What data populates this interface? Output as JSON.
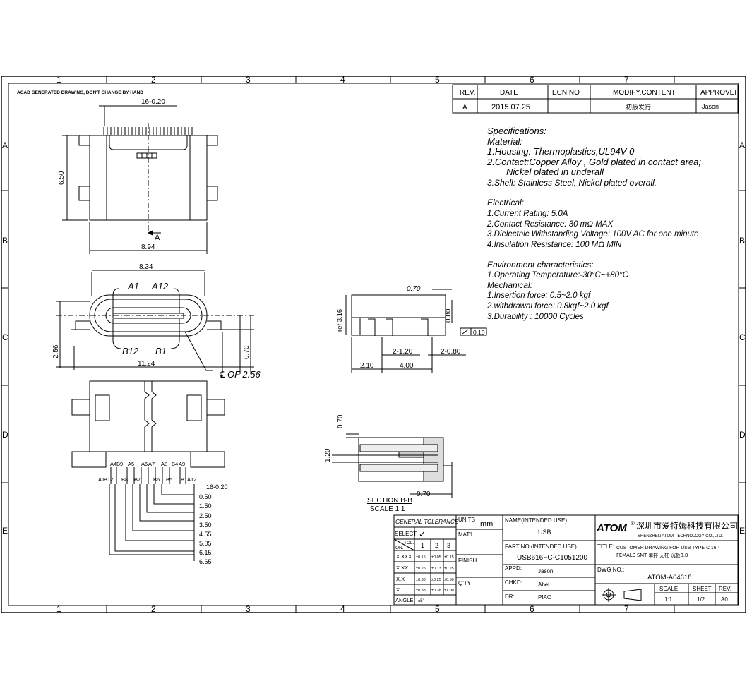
{
  "border": {
    "columns": [
      "1",
      "2",
      "3",
      "4",
      "5",
      "6",
      "7"
    ],
    "rows": [
      "A",
      "B",
      "C",
      "D",
      "E"
    ]
  },
  "note": "ACAD GENERATED DRAWING, DON'T CHANGE BY HAND",
  "revision_table": {
    "headers": [
      "REV.",
      "DATE",
      "ECN.NO",
      "MODIFY.CONTENT",
      "APPROVER"
    ],
    "row": [
      "A",
      "2015.07.25",
      "",
      "初版发行",
      "Jason"
    ]
  },
  "specs": {
    "title": "Specifications:",
    "material_h": "Material:",
    "m1": "1.Housing:  Thermoplastics,UL94V-0",
    "m2": "2.Contact:Copper Alloy , Gold plated in contact area;",
    "m2b": "Nickel   plated in underall",
    "m3": "3.Shell: Stainless Steel,  Nickel   plated overall.",
    "electrical_h": "Electrical:",
    "e1": "1.Current Rating: 5.0A",
    "e2": "2.Contact Resistance: 30 mΩ MAX",
    "e3": "3.Dielectnic Withstanding Voltage: 100V AC for one minute",
    "e4": "4.Insulation Resistance: 100 MΩ MIN",
    "env_h": "Environment characteristics:",
    "env1": "1.Operating Temperature:-30°C~+80°C",
    "mech_h": "Mechanical:",
    "me1": "1.Insertion  force:   0.5~2.0  kgf",
    "me2": "2.withdrawal  force: 0.8kgf~2.0  kgf",
    "me3": "3.Durability  :  10000  Cycles"
  },
  "dims": {
    "top_pitch": "16-0.20",
    "height_650": "6.50",
    "width_894": "8.94",
    "section_a": "A",
    "width_834": "8.34",
    "a1": "A1",
    "a12": "A12",
    "b12": "B12",
    "b1": "B1",
    "h256": "2.56",
    "h070": "0.70",
    "w1124": "11.24",
    "cl": "℄  OF 2.56",
    "side_070": "0.70",
    "side_080": "0.80",
    "ref316": "ref 3.16",
    "flat": "0.10",
    "pitch2_120": "2-1.20",
    "pitch2_080": "2-0.80",
    "w210": "2.10",
    "w400": "4.00",
    "sec_070": "0.70",
    "sec_120": "1.20",
    "sec_070b": "0.70",
    "section_label": "SECTION B-B",
    "scale_label": "SCALE  1:1"
  },
  "pins_top": [
    "A4",
    "B9",
    "A5",
    "A6",
    "A7",
    "A8",
    "B4",
    "A9"
  ],
  "pins_bottom": [
    "A1",
    "B12",
    "B8",
    "B7",
    "B6",
    "B5",
    "B1",
    "A12"
  ],
  "pitch_list": [
    "16-0.20",
    "0.50",
    "1.50",
    "2.50",
    "3.50",
    "4.55",
    "5.05",
    "6.15",
    "6.65"
  ],
  "title_block": {
    "general_tolerance": "GENERAL  TOLERANCE",
    "select": "SELECT",
    "check": "✓",
    "tol": "TOL.",
    "on": "ON.",
    "col1": "1",
    "col2": "2",
    "col3": "3",
    "rows": [
      {
        "k": "X.XXX",
        "v": [
          "±0.15",
          "±0.05",
          "±0.15"
        ]
      },
      {
        "k": "X.XX",
        "v": [
          "±0.25",
          "±0.13",
          "±0.25"
        ]
      },
      {
        "k": "X.X",
        "v": [
          "±0.30",
          "±0.25",
          "±0.50"
        ]
      },
      {
        "k": "X.",
        "v": [
          "±0.38",
          "±0.38",
          "±1.00"
        ]
      },
      {
        "k": "ANGLE",
        "v": [
          "±5'",
          "",
          ""
        ]
      }
    ],
    "units_label": "UNITS",
    "units": "mm",
    "matl": "MAT'L",
    "finish": "FINISH",
    "qty": "Q'TY",
    "name_label": "NAME(INTENDED USE)",
    "name": "USB",
    "part_label": "PART NO.(INTENDED USE)",
    "part": "USB616FC-C1051200",
    "appd_label": "APPD:",
    "appd": "Jason",
    "chkd_label": "CHKD:",
    "chkd": "Abel",
    "dr_label": "DR:",
    "dr": "PIAO",
    "logo": "ATOM",
    "reg": "®",
    "company_cn": "深圳市爱特姆科技有限公司",
    "company_en": "SHENZHEN ATOM TECHNOLOGY CO.,LTD.",
    "title_label": "TITLE:",
    "title1": "CUSTOMER DRAWING FOR USB TYPE-C 16P",
    "title2": "FEMALE SMT 单排 无柱 沉板0.8",
    "dwg_label": "DWG NO.:",
    "dwg": "ATOM-A04618",
    "scale_h": "SCALE",
    "sheet_h": "SHEET",
    "rev_h": "REV.",
    "scale": "1:1",
    "sheet": "1/2",
    "rev": "A0"
  }
}
